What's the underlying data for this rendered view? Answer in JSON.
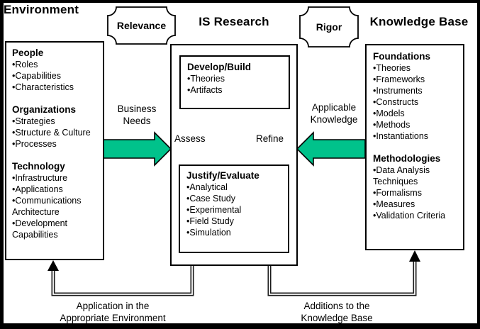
{
  "badges": {
    "relevance": "Relevance",
    "rigor": "Rigor"
  },
  "columns": {
    "environment": {
      "title": "Environment",
      "sections": [
        {
          "heading": "People",
          "items": [
            "•Roles",
            "•Capabilities",
            "•Characteristics"
          ]
        },
        {
          "heading": "Organizations",
          "items": [
            "•Strategies",
            "•Structure & Culture",
            "•Processes"
          ]
        },
        {
          "heading": "Technology",
          "items": [
            "•Infrastructure",
            "•Applications",
            "•Communications",
            "Architecture",
            "•Development",
            "Capabilities"
          ]
        }
      ]
    },
    "is_research": {
      "title": "IS Research",
      "develop": {
        "heading": "Develop/Build",
        "items": [
          "•Theories",
          "•Artifacts"
        ]
      },
      "justify": {
        "heading": "Justify/Evaluate",
        "items": [
          "•Analytical",
          "•Case Study",
          "•Experimental",
          "•Field Study",
          "•Simulation"
        ]
      },
      "assess": "Assess",
      "refine": "Refine"
    },
    "knowledge_base": {
      "title": "Knowledge Base",
      "sections": [
        {
          "heading": "Foundations",
          "items": [
            "•Theories",
            "•Frameworks",
            "•Instruments",
            "•Constructs",
            "•Models",
            "•Methods",
            "•Instantiations"
          ]
        },
        {
          "heading": "Methodologies",
          "items": [
            "•Data Analysis",
            "Techniques",
            "•Formalisms",
            "•Measures",
            "•Validation Criteria"
          ]
        }
      ]
    }
  },
  "flows": {
    "business_needs": "Business\nNeeds",
    "applicable_knowledge": "Applicable\nKnowledge",
    "application_feedback": "Application in the\nAppropriate Environment",
    "additions_feedback": "Additions to the\nKnowledge Base"
  },
  "colors": {
    "arrow_green": "#00C28B",
    "line": "#000000",
    "background": "#FFFFFF"
  }
}
